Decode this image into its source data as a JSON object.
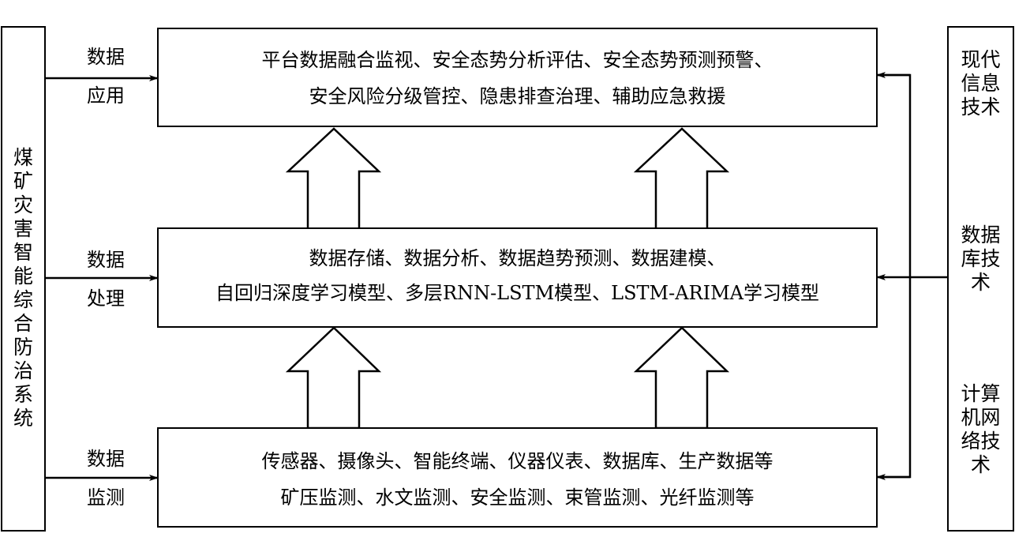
{
  "left_system": {
    "title": "煤矿灾害智能综合防治系统"
  },
  "layers": [
    {
      "id": "application",
      "label_line1": "数据",
      "label_line2": "应用",
      "line1": "平台数据融合监视、安全态势分析评估、安全态势预测预警、",
      "line2": "安全风险分级管控、隐患排查治理、辅助应急救援"
    },
    {
      "id": "processing",
      "label_line1": "数据",
      "label_line2": "处理",
      "line1": "数据存储、数据分析、数据趋势预测、数据建模、",
      "line2": "自回归深度学习模型、多层RNN-LSTM模型、LSTM-ARIMA学习模型"
    },
    {
      "id": "monitoring",
      "label_line1": "数据",
      "label_line2": "监测",
      "line1": "传感器、摄像头、智能终端、仪器仪表、数据库、生产数据等",
      "line2": "矿压监测、水文监测、安全监测、束管监测、光纤监测等"
    }
  ],
  "right_technologies": [
    {
      "id": "modern-info",
      "lines": [
        "现代",
        "信息",
        "技术"
      ]
    },
    {
      "id": "database",
      "lines": [
        "数据",
        "库技",
        "术"
      ]
    },
    {
      "id": "network",
      "lines": [
        "计算",
        "机网",
        "络技",
        "术"
      ]
    }
  ]
}
